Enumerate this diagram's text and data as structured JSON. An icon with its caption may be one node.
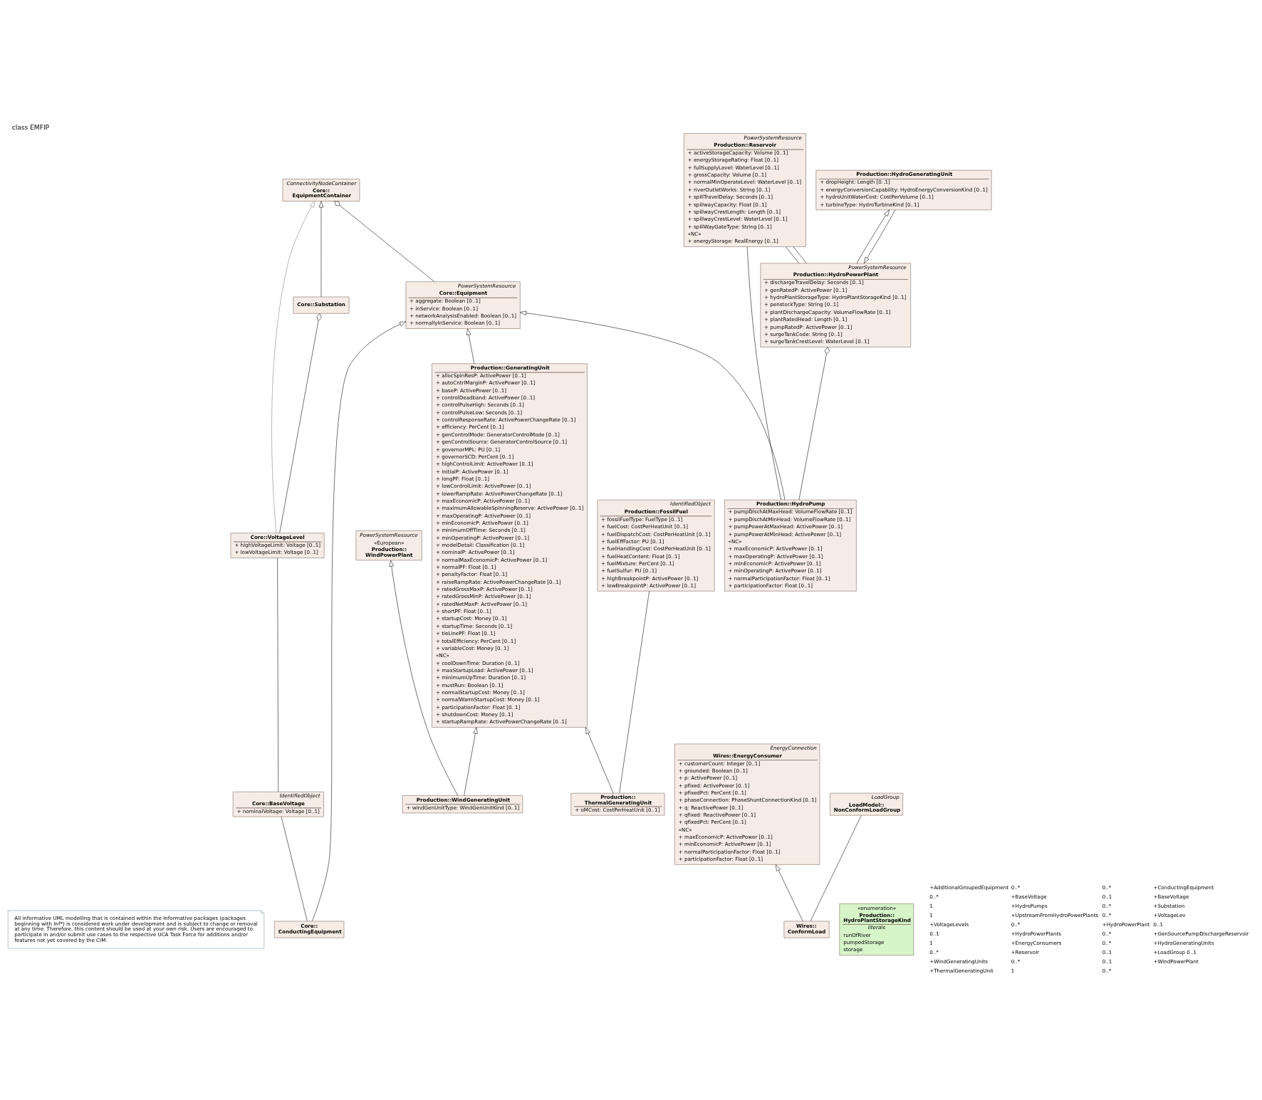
{
  "diagram": {
    "title": "class EMFIP",
    "nodes": [
      {
        "text": [
          "All informative UML modelling that is contained within the Informative packages (packages beginning with Inf*) is considered work under development and is subject to change or removal at any time. Therefore, this content should be used at your own risk. Users are encouraged to participate in and/or submit use cases to the respective UCA Task Force for additions and/or features not yet covered by the CIM."
        ]
      },
      {
        "text": [
          "PowerSystemResource",
          "Core::Equipment",
          "+ aggregate: Boolean [0..1]",
          "+ inService: Boolean [0..1]",
          "+ networkAnalysisEnabled: Boolean [0..1]",
          "+ normallyInService: Boolean [0..1]"
        ]
      },
      {
        "text": [
          "ConnectivityNodeContainer",
          "Core:: EquipmentContainer"
        ]
      },
      {
        "text": [
          "Production::GeneratingUnit",
          "+ allocSpinResP: ActivePower [0..1]",
          "+ autoCntrlMarginP: ActivePower [0..1]",
          "+ baseP: ActivePower [0..1]",
          "+ controlDeadband: ActivePower [0..1]",
          "+ controlPulseHigh: Seconds [0..1]",
          "+ controlPulseLow: Seconds [0..1]",
          "+ controlResponseRate: ActivePowerChangeRate [0..1]",
          "+ efficiency: PerCent [0..1]",
          "+ genControlMode: GeneratorControlMode [0..1]",
          "+ genControlSource: GeneratorControlSource [0..1]",
          "+ governorMPL: PU [0..1]",
          "+ governorSCD: PerCent [0..1]",
          "+ highControlLimit: ActivePower [0..1]",
          "+ initialP: ActivePower [0..1]",
          "+ longPF: Float [0..1]",
          "+ lowControlLimit: ActivePower [0..1]",
          "+ lowerRampRate: ActivePowerChangeRate [0..1]",
          "+ maxEconomicP: ActivePower [0..1]",
          "+ maximumAllowableSpinningReserve: ActivePower [0..1]",
          "+ maxOperatingP: ActivePower [0..1]",
          "+ minEconomicP: ActivePower [0..1]",
          "+ minimumOffTime: Seconds [0..1]",
          "+ minOperatingP: ActivePower [0..1]",
          "+ modelDetail: Classification [0..1]",
          "+ nominalP: ActivePower [0..1]",
          "+ normalMaxEconomicP: ActivePower [0..1]",
          "+ normalPF: Float [0..1]",
          "+ penaltyFactor: Float [0..1]",
          "+ raiseRampRate: ActivePowerChangeRate [0..1]",
          "+ ratedGrossMaxP: ActivePower [0..1]",
          "+ ratedGrossMinP: ActivePower [0..1]",
          "+ ratedNetMaxP: ActivePower [0..1]",
          "+ shortPF: Float [0..1]",
          "+ startupCost: Money [0..1]",
          "+ startupTime: Seconds [0..1]",
          "+ tieLinePF: Float [0..1]",
          "+ totalEfficiency: PerCent [0..1]",
          "+ variableCost: Money [0..1]",
          "«NC»",
          "+ coolDownTime: Duration [0..1]",
          "+ maxStartupLoad: ActivePower [0..1]",
          "+ minimumUpTime: Duration [0..1]",
          "+ mustRun: Boolean [0..1]",
          "+ normalStartupCost: Money [0..1]",
          "+ normalWarmStartupCost: Money [0..1]",
          "+ participationFactor: Float [0..1]",
          "+ shutdownCost: Money [0..1]",
          "+ startupRampRate: ActivePowerChangeRate [0..1]"
        ]
      },
      {
        "text": [
          "Production::HydroPump",
          "+ pumpDischAtMaxHead: VolumeFlowRate [0..1]",
          "+ pumpDischAtMinHead: VolumeFlowRate [0..1]",
          "+ pumpPowerAtMaxHead: ActivePower [0..1]",
          "+ pumpPowerAtMinHead: ActivePower [0..1]",
          "«NC»",
          "+ maxEconomicP: ActivePower [0..1]",
          "+ maxOperatingP: ActivePower [0..1]",
          "+ minEconomicP: ActivePower [0..1]",
          "+ minOperatingP: ActivePower [0..1]",
          "+ normalParticipationFactor: Float [0..1]",
          "+ participationFactor: Float [0..1]"
        ]
      },
      {
        "text": [
          "Core:: ConductingEquipment"
        ]
      },
      {
        "text": [
          "IdentifiedObject",
          "Core::BaseVoltage",
          "+ nominalVoltage: Voltage [0..1]"
        ]
      },
      {
        "text": [
          "PowerSystemResource",
          "Production::HydroPowerPlant",
          "+ dischargeTravelDelay: Seconds [0..1]",
          "+ genRatedP: ActivePower [0..1]",
          "+ hydroPlantStorageType: HydroPlantStorageKind [0..1]",
          "+ penstockType: String [0..1]",
          "+ plantDischargeCapacity: VolumeFlowRate [0..1]",
          "+ plantRatedHead: Length [0..1]",
          "+ pumpRatedP: ActivePower [0..1]",
          "+ surgeTankCode: String [0..1]",
          "+ surgeTankCrestLevel: WaterLevel [0..1]"
        ]
      },
      {
        "text": [
          "EnergyConnection",
          "Wires::EnergyConsumer",
          "+ customerCount: Integer [0..1]",
          "+ grounded: Boolean [0..1]",
          "+ p: ActivePower [0..1]",
          "+ pfixed: ActivePower [0..1]",
          "+ pfixedPct: PerCent [0..1]",
          "+ phaseConnection: PhaseShuntConnectionKind [0..1]",
          "+ q: ReactivePower [0..1]",
          "+ qfixed: ReactivePower [0..1]",
          "+ qfixedPct: PerCent [0..1]",
          "«NC»",
          "+ maxEconomicP: ActivePower [0..1]",
          "+ minEconomicP: ActivePower [0..1]",
          "+ normalParticipationFactor: Float [0..1]",
          "+ participationFactor: Float [0..1]"
        ]
      },
      {
        "text": [
          "Core::Substation"
        ]
      },
      {
        "text": [
          "Wires:: ConformLoad"
        ]
      },
      {
        "text": [
          "Core::VoltageLevel",
          "+ highVoltageLimit: Voltage [0..1]",
          "+ lowVoltageLimit: Voltage [0..1]"
        ]
      },
      {
        "text": [
          "«enumeration»",
          "Production:: HydroPlantStorageKind",
          "literals",
          "runOfRiver",
          "pumpedStorage",
          "storage"
        ]
      },
      {
        "text": [
          "PowerSystemResource",
          "Production::Reservoir",
          "+ activeStorageCapacity: Volume [0..1]",
          "+ energyStorageRating: Float [0..1]",
          "+ fullSupplyLevel: WaterLevel [0..1]",
          "+ grossCapacity: Volume [0..1]",
          "+ normalMinOperateLevel: WaterLevel [0..1]",
          "+ riverOutletWorks: String [0..1]",
          "+ spillTravelDelay: Seconds [0..1]",
          "+ spillwayCapacity: Float [0..1]",
          "+ spillwayCrestLength: Length [0..1]",
          "+ spillwayCrestLevel: WaterLevel [0..1]",
          "+ spillWayGateType: String [0..1]",
          "«NC»",
          "+ energyStorage: RealEnergy [0..1]"
        ]
      },
      {
        "text": [
          "Production::HydroGeneratingUnit",
          "+ dropHeight: Length [0..1]",
          "+ energyConversionCapability: HydroEnergyConversionKind [0..1]",
          "+ hydroUnitWaterCost: CostPerVolume [0..1]",
          "+ turbineType: HydroTurbineKind [0..1]"
        ]
      },
      {
        "text": [
          "Production::WindGeneratingUnit",
          "+ windGenUnitType: WindGenUnitKind [0..1]"
        ]
      },
      {
        "text": [
          "IdentifiedObject",
          "Production::FossilFuel",
          "+ fossilFuelType: FuelType [0..1]",
          "+ fuelCost: CostPerHeatUnit [0..1]",
          "+ fuelDispatchCost: CostPerHeatUnit [0..1]",
          "+ fuelEffFactor: PU [0..1]",
          "+ fuelHandlingCost: CostPerHeatUnit [0..1]",
          "+ fuelHeatContent: Float [0..1]",
          "+ fuelMixture: PerCent [0..1]",
          "+ fuelSulfur: PU [0..1]",
          "+ highBreakpointP: ActivePower [0..1]",
          "+ lowBreakpointP: ActivePower [0..1]"
        ]
      },
      {
        "text": [
          "LoadGroup",
          "LoadModel:: NonConformLoadGroup"
        ]
      },
      {
        "text": [
          "PowerSystemResource",
          "«European»",
          "Production:: WindPowerPlant"
        ]
      },
      {
        "text": [
          "Production:: ThermalGeneratingUnit",
          "+ oMCost: CostPerHeatUnit [0..1]"
        ]
      }
    ],
    "edges": [
      {
        "from": 3,
        "to": 1,
        "arrow": "to"
      },
      {
        "from": 4,
        "to": 1,
        "arrow": "to"
      },
      {
        "from": 5,
        "to": 1,
        "arrow": "to"
      },
      {
        "from": 1,
        "to": 2,
        "arrow": "other"
      },
      {
        "from": 5,
        "to": 6,
        "arrow": "none"
      },
      {
        "from": 9,
        "to": 2,
        "arrow": "to"
      },
      {
        "from": 11,
        "to": 2,
        "arrow": "to",
        "color": "#8f8f8f"
      },
      {
        "from": 6,
        "to": 11,
        "arrow": "none"
      },
      {
        "from": 11,
        "to": 9,
        "arrow": "other"
      },
      {
        "from": 10,
        "to": 8,
        "arrow": "to"
      },
      {
        "from": 10,
        "to": 17,
        "arrow": "none"
      },
      {
        "from": 4,
        "to": 7,
        "arrow": "other"
      },
      {
        "from": 7,
        "to": 13,
        "arrow": "none"
      },
      {
        "from": 7,
        "to": 13,
        "arrow": "none"
      },
      {
        "from": 4,
        "to": 13,
        "arrow": "none"
      },
      {
        "from": 14,
        "to": 7,
        "arrow": "to"
      },
      {
        "from": 7,
        "to": 14,
        "arrow": "to"
      },
      {
        "from": 15,
        "to": 18,
        "arrow": "to"
      },
      {
        "from": 15,
        "to": 3,
        "arrow": "to"
      },
      {
        "from": 19,
        "to": 3,
        "arrow": "to"
      },
      {
        "from": 19,
        "to": 16,
        "arrow": "none"
      }
    ],
    "labels": [
      "+AdditionalGroupedEquipment",
      "0..*",
      "0..*",
      "+ConductingEquipment",
      "0..*",
      "+BaseVoltage",
      "0..1",
      "+BaseVoltage",
      "1",
      "+HydroPumps",
      "0..*",
      "+Substation",
      "1",
      "+UpstreamFromHydroPowerPlants",
      "0..*",
      "+VoltageLev",
      "+VoltageLevels",
      "0..*",
      "+HydroPowerPlant",
      "0..1",
      "0..1",
      "+HydroPowerPlants",
      "0..*",
      "+GenSourcePumpDischargeReservoir",
      "1",
      "+EnergyConsumers",
      "0..*",
      "+HydroGeneratingUnits",
      "0..*",
      "+Reservoir",
      "0..1",
      "+LoadGroup 0..1",
      "+WindGeneratingUnits",
      "0..*",
      "0..1",
      "+WindPowerPlant",
      "+ThermalGeneratingUnit",
      "1",
      "0..*"
    ]
  }
}
